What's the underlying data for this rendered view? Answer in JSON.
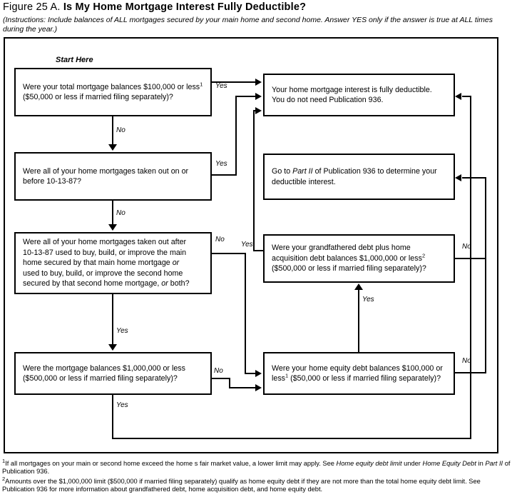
{
  "header": {
    "figure_label": "Figure 25 A.",
    "title": "Is My Home Mortgage Interest Fully Deductible?",
    "instructions": "(Instructions: Include balances of ALL mortgages secured by your main home and second home. Answer YES only if the answer is true at ALL times during the year.)"
  },
  "start_label": "Start Here",
  "nodes": {
    "q1": {
      "id": "q1",
      "type": "decision",
      "line1_a": "Were your total mortgage balances $100,000 or less",
      "line1_sup": "1",
      "line2": "($50,000 or less if married filing separately)?"
    },
    "q2": {
      "id": "q2",
      "type": "decision",
      "line1": "Were all of your home mortgages taken out on or",
      "line2": "before 10-13-87?"
    },
    "q3": {
      "id": "q3",
      "type": "decision",
      "line1": "Were all of your home mortgages taken out after",
      "line2": "10-13-87 used to buy, build, or improve the main",
      "line3_a": "home secured by that main home mortgage ",
      "line3_i": "or",
      "line4": "used to buy, build, or improve the second home",
      "line5_a": "secured by that second home mortgage, ",
      "line5_i": "or",
      "line5_b": " both?"
    },
    "q4": {
      "id": "q4",
      "type": "decision",
      "line1_a": "Were your grandfathered debt plus home",
      "line2_a": "acquisition debt balances $1,000,000 or less",
      "line2_sup": "2",
      "line3": "($500,000 or less if married filing separately)?"
    },
    "q5": {
      "id": "q5",
      "type": "decision",
      "line1": "Were the mortgage balances $1,000,000 or less",
      "line2": "($500,000 or less if married filing separately)?"
    },
    "q6": {
      "id": "q6",
      "type": "decision",
      "line1": "Were your home equity debt balances $100,000 or",
      "line2_a": "less",
      "line2_sup": "1",
      "line2_b": " ($50,000 or less if married filing separately)?"
    },
    "r1": {
      "id": "r1",
      "type": "terminal",
      "line1": "Your home mortgage interest is fully deductible.",
      "line2": "You do not need Publication 936."
    },
    "r2": {
      "id": "r2",
      "type": "terminal",
      "line1_a": "Go to ",
      "line1_i": "Part II",
      "line1_b": " of Publication 936 to determine your",
      "line2": "deductible interest."
    }
  },
  "edges": {
    "q1_yes": "Yes",
    "q1_no": "No",
    "q2_yes": "Yes",
    "q2_no": "No",
    "q3_no": "No",
    "q3_yes": "Yes",
    "q4_yes": "Yes",
    "q4_no": "No",
    "q5_no": "No",
    "q5_yes": "Yes",
    "q6_no": "No"
  },
  "footnotes": [
    {
      "marker": "1",
      "text_a": "If all mortgages on your main or second home exceed the home s fair market value, a lower limit may apply. See ",
      "italic_a": "Home equity debt limit",
      "text_b": " under ",
      "italic_b": "Home Equity Debt",
      "text_c": " in ",
      "italic_c": "Part II",
      "text_d": " of Publication 936."
    },
    {
      "marker": "2",
      "text_a": "Amounts over the $1,000,000 limit ($500,000 if married filing separately) qualify as home equity debt if they are not more than the total home equity debt limit. See Publication 936 for more information about grandfathered debt, home acquisition debt, and home equity debt."
    }
  ],
  "colors": {
    "ink": "#000000",
    "paper": "#ffffff"
  }
}
